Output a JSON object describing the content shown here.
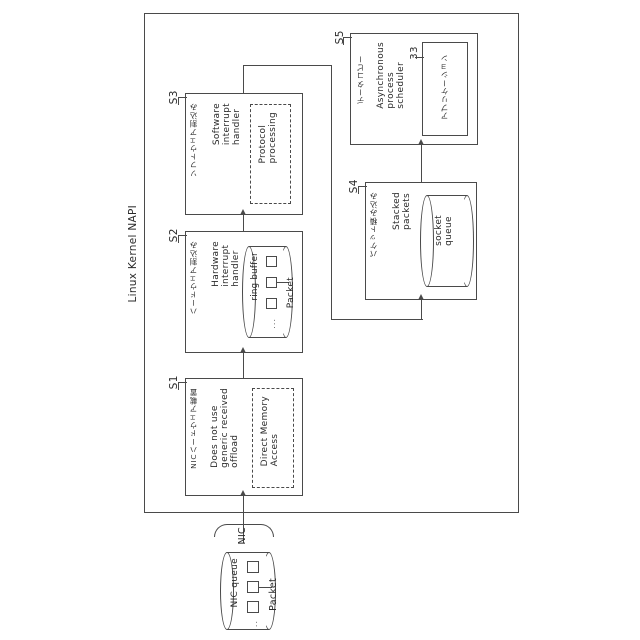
{
  "diagram": {
    "title_label": "Linux Kernel NAPI",
    "figure_kind": "patent-flow-diagram",
    "orientation": "text rotated 90 degrees counter-clockwise"
  },
  "outer_frame": {
    "name": "linux-kernel-napi-frame"
  },
  "steps": [
    {
      "id": "S1",
      "step_label": "S1",
      "jp_label": "NICハードウェア載置",
      "en_label": "Does not use\ngeneric received\noffload",
      "inner_box_label": "Direct Memory\nAccess",
      "inner_box_style": "dashed"
    },
    {
      "id": "S2",
      "step_label": "S2",
      "jp_label": "ハードウェア割込み",
      "en_label": "Hardware\ninterrupt\nhandler",
      "queue_label": "ring buffer",
      "packet_label": "Packet",
      "packet_ellipsis": "..."
    },
    {
      "id": "S3",
      "step_label": "S3",
      "jp_label": "ソフトウェア割込み",
      "en_label": "Software\ninterrupt\nhandler",
      "inner_box_label": "Protocol\nprocessing",
      "inner_box_style": "dashed"
    },
    {
      "id": "S4",
      "step_label": "S4",
      "jp_label": "パケット積み込み",
      "en_label": "Stacked\npackets",
      "queue_label": "socket\nqueue"
    },
    {
      "id": "S5",
      "step_label": "S5",
      "jp_label": "データコピー",
      "en_label": "Asynchronous\nprocess\nscheduler",
      "inner_box_label": "アプリケーション",
      "inner_box_ref": "33"
    }
  ],
  "nic": {
    "link_label": "NIC",
    "queue_label": "NIC queue",
    "packet_label": "Packet",
    "packet_ellipsis": "..."
  },
  "colors": {
    "stroke": "#4a4a4a",
    "background": "#ffffff",
    "text": "#2a2a2a"
  }
}
